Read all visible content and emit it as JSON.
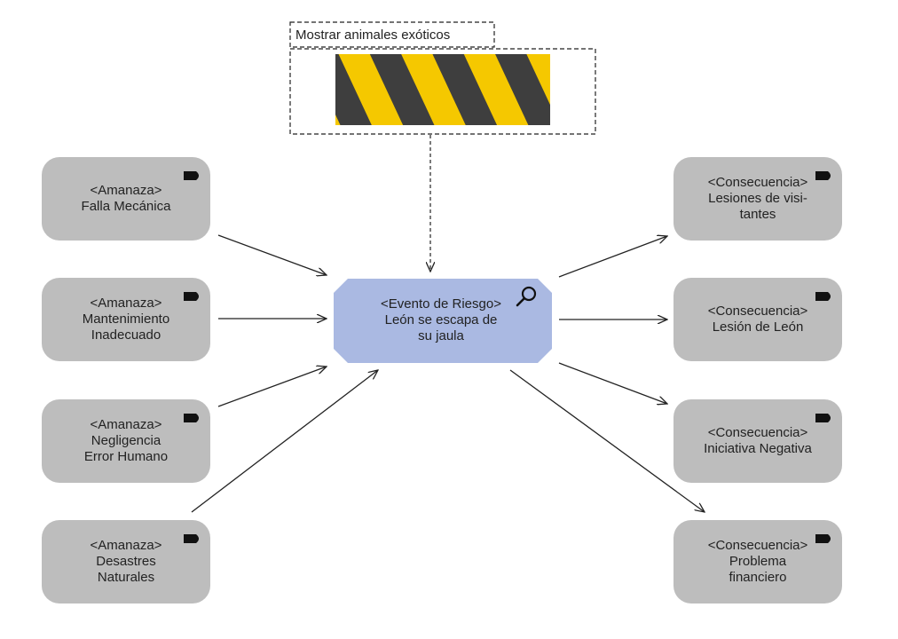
{
  "goal": {
    "label": "Mostrar animales exóticos",
    "stripe_colors": [
      "#f5c800",
      "#3e3e3e"
    ]
  },
  "event": {
    "type": "<Evento de Riesgo>",
    "lines": [
      "León se escapa de",
      "su jaula"
    ],
    "color": "#aab9e2",
    "icon": "search-icon"
  },
  "threats": [
    {
      "type": "<Amanaza>",
      "lines": [
        "Falla Mecánica"
      ]
    },
    {
      "type": "<Amanaza>",
      "lines": [
        "Mantenimiento",
        "Inadecuado"
      ]
    },
    {
      "type": "<Amanaza>",
      "lines": [
        "Negligencia",
        "Error Humano"
      ]
    },
    {
      "type": "<Amanaza>",
      "lines": [
        "Desastres",
        "Naturales"
      ]
    }
  ],
  "consequences": [
    {
      "type": "<Consecuencia>",
      "lines": [
        "Lesiones de visi-",
        "tantes"
      ]
    },
    {
      "type": "<Consecuencia>",
      "lines": [
        "Lesión de León"
      ]
    },
    {
      "type": "<Consecuencia>",
      "lines": [
        "Iniciativa Negativa"
      ]
    },
    {
      "type": "<Consecuencia>",
      "lines": [
        "Problema",
        "financiero"
      ]
    }
  ],
  "colors": {
    "node_fill": "#bdbdbd",
    "edge": "#222222"
  }
}
